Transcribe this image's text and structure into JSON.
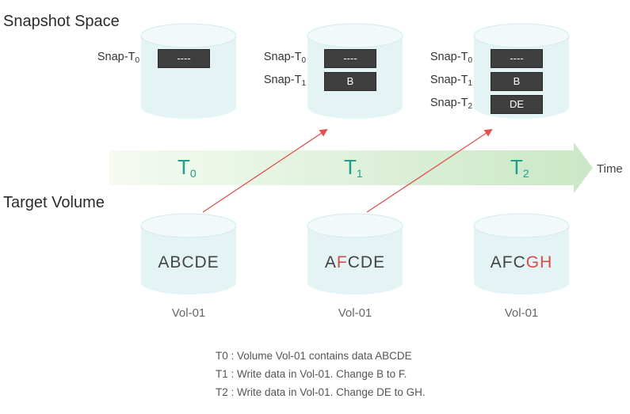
{
  "titles": {
    "snapshot_space": "Snapshot Space",
    "target_volume": "Target Volume"
  },
  "timeline": {
    "label": "Time",
    "points": [
      {
        "base": "T",
        "sub": "0"
      },
      {
        "base": "T",
        "sub": "1"
      },
      {
        "base": "T",
        "sub": "2"
      }
    ]
  },
  "snapshots": [
    {
      "rows": [
        {
          "label": "Snap-T",
          "sub": "0",
          "value": "----"
        }
      ]
    },
    {
      "rows": [
        {
          "label": "Snap-T",
          "sub": "0",
          "value": "----"
        },
        {
          "label": "Snap-T",
          "sub": "1",
          "value": "B"
        }
      ]
    },
    {
      "rows": [
        {
          "label": "Snap-T",
          "sub": "0",
          "value": "----"
        },
        {
          "label": "Snap-T",
          "sub": "1",
          "value": "B"
        },
        {
          "label": "Snap-T",
          "sub": "2",
          "value": "DE"
        }
      ]
    }
  ],
  "volumes": [
    {
      "name": "Vol-01",
      "segments": [
        {
          "text": "ABCDE",
          "changed": false
        }
      ]
    },
    {
      "name": "Vol-01",
      "segments": [
        {
          "text": "A",
          "changed": false
        },
        {
          "text": "F",
          "changed": true
        },
        {
          "text": "CDE",
          "changed": false
        }
      ]
    },
    {
      "name": "Vol-01",
      "segments": [
        {
          "text": "AFC",
          "changed": false
        },
        {
          "text": "GH",
          "changed": true
        }
      ]
    }
  ],
  "notes": [
    "T0 : Volume Vol-01 contains data ABCDE",
    "T1 : Write data in Vol-01. Change B to F.",
    "T2 : Write data in Vol-01. Change DE to GH."
  ],
  "colors": {
    "accent": "#1e9e8c",
    "changed": "#d94b4b",
    "cylinder_fill": "#e4f3f4",
    "cylinder_top": "#eef8f9",
    "arrow": "#e05252"
  }
}
